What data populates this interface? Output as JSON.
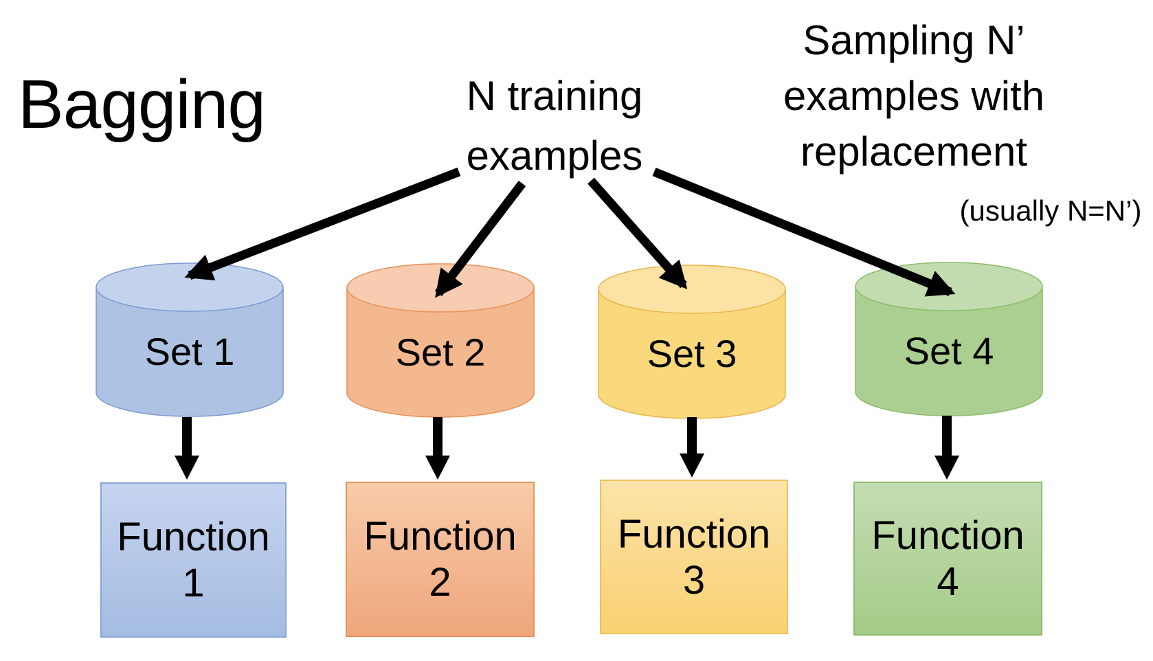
{
  "title": "Bagging",
  "labels": {
    "training_line1": "N training",
    "training_line2": "examples",
    "sampling_line1": "Sampling N’",
    "sampling_line2": "examples with",
    "sampling_line3": "replacement",
    "sampling_note": "(usually N=N’)"
  },
  "arrow_color": "#000000",
  "pipelines": [
    {
      "set": "Set 1",
      "fn1": "Function",
      "fn2": "1",
      "colors": {
        "body": "#aec3e4",
        "top": "#c3d3ee",
        "stroke": "#7d9bd1",
        "box_top": "#c6d4ef",
        "box_bottom": "#a4bce1",
        "box_border": "#8aa5d6"
      }
    },
    {
      "set": "Set 2",
      "fn1": "Function",
      "fn2": "2",
      "colors": {
        "body": "#f4b88f",
        "top": "#f7ccb0",
        "stroke": "#e8935a",
        "box_top": "#f8cba9",
        "box_bottom": "#efa67c",
        "box_border": "#e8935a"
      }
    },
    {
      "set": "Set 3",
      "fn1": "Function",
      "fn2": "3",
      "colors": {
        "body": "#fad87c",
        "top": "#fce3a4",
        "stroke": "#eab54e",
        "box_top": "#fce3a8",
        "box_bottom": "#f8d172",
        "box_border": "#eec05c"
      }
    },
    {
      "set": "Set 4",
      "fn1": "Function",
      "fn2": "4",
      "colors": {
        "body": "#abcf90",
        "top": "#c2dcaf",
        "stroke": "#8fbc6f",
        "box_top": "#c4ddb2",
        "box_bottom": "#a4cb88",
        "box_border": "#90ba72"
      }
    }
  ]
}
